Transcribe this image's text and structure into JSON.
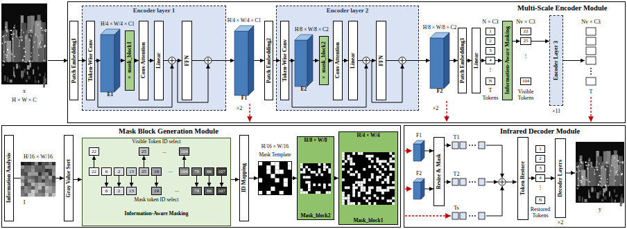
{
  "diagram": {
    "nodes": [
      {
        "text": [
          "Multi-Scale Encoder Module"
        ]
      },
      {
        "text": [
          "Patch Embedding1"
        ],
        "in": 0
      },
      {
        "text": [
          "Encoder layer 1"
        ],
        "in": 0
      },
      {
        "text": [
          "Token-Wise Conv"
        ],
        "in": 2
      },
      {
        "text": [
          "H/4 × W/4 × C1",
          "E1"
        ],
        "in": 2
      },
      {
        "text": [
          "× mask_block1"
        ],
        "in": 2
      },
      {
        "text": [
          "Conv Attention"
        ],
        "in": 2
      },
      {
        "text": [
          "Linear"
        ],
        "in": 2
      },
      {
        "text": [
          "FFN"
        ],
        "in": 2
      },
      {
        "text": [
          "H/4 × W/4 × C1",
          "F1"
        ],
        "in": 0
      },
      {
        "text": [
          "Patch Embedding2"
        ],
        "in": 0
      },
      {
        "text": [
          "Encoder layer 2"
        ],
        "in": 0
      },
      {
        "text": [
          "Token-Wise Conv"
        ],
        "in": 11
      },
      {
        "text": [
          "H/8 × W/8 × C2",
          "E2"
        ],
        "in": 11
      },
      {
        "text": [
          "× mask_block2"
        ],
        "in": 11
      },
      {
        "text": [
          "Conv Attention"
        ],
        "in": 11
      },
      {
        "text": [
          "Linear"
        ],
        "in": 11
      },
      {
        "text": [
          "FFN"
        ],
        "in": 11
      },
      {
        "text": [
          "H/8 × W/8 × C2",
          "F2"
        ],
        "in": 0
      },
      {
        "text": [
          "Patch Embedding3"
        ],
        "in": 0
      },
      {
        "text": [
          "Linear"
        ],
        "in": 0
      },
      {
        "text": [
          "1"
        ],
        "in": 0
      },
      {
        "text": [
          "2"
        ],
        "in": 0
      },
      {
        "text": [
          "3"
        ],
        "in": 0
      },
      {
        "text": [
          "4"
        ],
        "in": 0
      },
      {
        "text": [
          "N"
        ],
        "in": 0
      },
      {
        "text": [
          "Information-Aware Masking"
        ],
        "in": 0
      },
      {
        "text": [
          "22"
        ],
        "in": 0
      },
      {
        "text": [
          "25"
        ],
        "in": 0
      },
      {
        "text": [
          "104"
        ],
        "in": 0
      },
      {
        "text": [
          "Encoder Layer 3"
        ],
        "in": 0
      },
      {
        "text": [
          "Mask Block Generation Module"
        ]
      },
      {
        "text": [
          "Information Analysis"
        ],
        "in": 31
      },
      {
        "text": [
          "Gray Value Sort"
        ],
        "in": 31
      },
      {
        "text": [
          "Visible Token ID select",
          "Mask token ID select",
          "Information-Aware Masking"
        ],
        "in": 31
      },
      {
        "text": [
          "22"
        ],
        "in": 34
      },
      {
        "text": [
          "25"
        ],
        "in": 34
      },
      {
        "text": [
          "104"
        ],
        "in": 34
      },
      {
        "text": [
          "22"
        ],
        "in": 34
      },
      {
        "text": [
          "6"
        ],
        "in": 34
      },
      {
        "text": [
          "2"
        ],
        "in": 34
      },
      {
        "text": [
          "13"
        ],
        "in": 34
      },
      {
        "text": [
          "25"
        ],
        "in": 34
      },
      {
        "text": [
          "19"
        ],
        "in": 34
      },
      {
        "text": [
          "104"
        ],
        "in": 34
      },
      {
        "text": [
          "79"
        ],
        "in": 34
      },
      {
        "text": [
          "66"
        ],
        "in": 34
      },
      {
        "text": [
          "107"
        ],
        "in": 34
      },
      {
        "text": [
          "6"
        ],
        "in": 34
      },
      {
        "text": [
          "2"
        ],
        "in": 34
      },
      {
        "text": [
          "13"
        ],
        "in": 34
      },
      {
        "text": [
          "19"
        ],
        "in": 34
      },
      {
        "text": [
          "79"
        ],
        "in": 34
      },
      {
        "text": [
          "66"
        ],
        "in": 34
      },
      {
        "text": [
          "107"
        ],
        "in": 34
      },
      {
        "text": [
          "ID Mapping"
        ],
        "in": 31
      },
      {
        "text": [
          "H/16 × W/16",
          "Mask Template"
        ],
        "in": 31
      },
      {
        "text": [
          "H/8 × W/8",
          "Mask_block2"
        ],
        "in": 31
      },
      {
        "text": [
          "H/4 × W/4",
          "Mask_block1"
        ],
        "in": 31
      },
      {
        "text": [
          "Infrared Decoder Module"
        ]
      },
      {
        "text": [
          "F1"
        ],
        "in": 59
      },
      {
        "text": [
          "F2"
        ],
        "in": 59
      },
      {
        "text": [
          "Resize & Mask"
        ],
        "in": 59
      },
      {
        "text": [
          "Token Restore"
        ],
        "in": 59
      },
      {
        "text": [
          "1"
        ],
        "in": 59
      },
      {
        "text": [
          "2"
        ],
        "in": 59
      },
      {
        "text": [
          "3"
        ],
        "in": 59
      },
      {
        "text": [
          "4"
        ],
        "in": 59
      },
      {
        "text": [
          "N"
        ],
        "in": 59
      },
      {
        "text": [
          "Decoder Layers"
        ],
        "in": 59
      }
    ],
    "edges": [
      {
        "from": 1,
        "to": 3,
        "arrow": "to"
      },
      {
        "from": 3,
        "to": 4,
        "arrow": "to"
      },
      {
        "from": 4,
        "to": 5,
        "arrow": "to"
      },
      {
        "from": 5,
        "to": 6,
        "arrow": "to"
      },
      {
        "from": 6,
        "to": 7,
        "arrow": "to"
      },
      {
        "from": 7,
        "to": 8,
        "arrow": "to"
      },
      {
        "from": 8,
        "to": 9,
        "arrow": "to"
      },
      {
        "from": 9,
        "to": 10,
        "arrow": "to"
      },
      {
        "from": 10,
        "to": 12,
        "arrow": "to"
      },
      {
        "from": 12,
        "to": 13,
        "arrow": "to"
      },
      {
        "from": 13,
        "to": 14,
        "arrow": "to"
      },
      {
        "from": 14,
        "to": 15,
        "arrow": "to"
      },
      {
        "from": 15,
        "to": 16,
        "arrow": "to"
      },
      {
        "from": 16,
        "to": 17,
        "arrow": "to"
      },
      {
        "from": 17,
        "to": 18,
        "arrow": "to"
      },
      {
        "from": 18,
        "to": 19,
        "arrow": "to"
      },
      {
        "from": 19,
        "to": 20,
        "arrow": "to"
      },
      {
        "from": 20,
        "to": 24,
        "arrow": "to"
      },
      {
        "from": 24,
        "to": 26,
        "arrow": "to"
      },
      {
        "from": 26,
        "to": 28,
        "arrow": "to"
      },
      {
        "from": 28,
        "to": 30,
        "arrow": "to"
      },
      {
        "from": 32,
        "to": 33,
        "arrow": "to"
      },
      {
        "from": 33,
        "to": 34,
        "arrow": "to"
      },
      {
        "from": 38,
        "to": 35,
        "arrow": "to"
      },
      {
        "from": 42,
        "to": 36,
        "arrow": "to"
      },
      {
        "from": 44,
        "to": 37,
        "arrow": "to"
      },
      {
        "from": 39,
        "to": 48,
        "arrow": "to"
      },
      {
        "from": 40,
        "to": 49,
        "arrow": "to"
      },
      {
        "from": 41,
        "to": 50,
        "arrow": "to"
      },
      {
        "from": 43,
        "to": 51,
        "arrow": "to"
      },
      {
        "from": 45,
        "to": 52,
        "arrow": "to"
      },
      {
        "from": 46,
        "to": 53,
        "arrow": "to"
      },
      {
        "from": 47,
        "to": 54,
        "arrow": "to"
      },
      {
        "from": 34,
        "to": 55,
        "arrow": "to"
      },
      {
        "from": 55,
        "to": 56,
        "arrow": "to"
      },
      {
        "from": 56,
        "to": 57,
        "arrow": "to"
      },
      {
        "from": 57,
        "to": 58,
        "arrow": "to"
      },
      {
        "from": 60,
        "to": 62,
        "arrow": "to"
      },
      {
        "from": 61,
        "to": 62,
        "arrow": "to"
      },
      {
        "from": 63,
        "to": 67,
        "arrow": "to"
      },
      {
        "from": 67,
        "to": 69,
        "arrow": "to"
      }
    ],
    "labels": [
      "x",
      "H × W × C",
      "×2",
      "×2",
      "N × C3",
      "⋮",
      "T",
      "Tokens",
      "Nv × C3",
      "⋮",
      "Visible Tokens",
      "×11",
      "Nv × C3",
      "T",
      "H/16 × W/16",
      "I",
      "...",
      "...",
      "...",
      "T1",
      "T2",
      "Ts",
      "⋮",
      "Restored Tokens",
      "×2",
      "y"
    ]
  }
}
